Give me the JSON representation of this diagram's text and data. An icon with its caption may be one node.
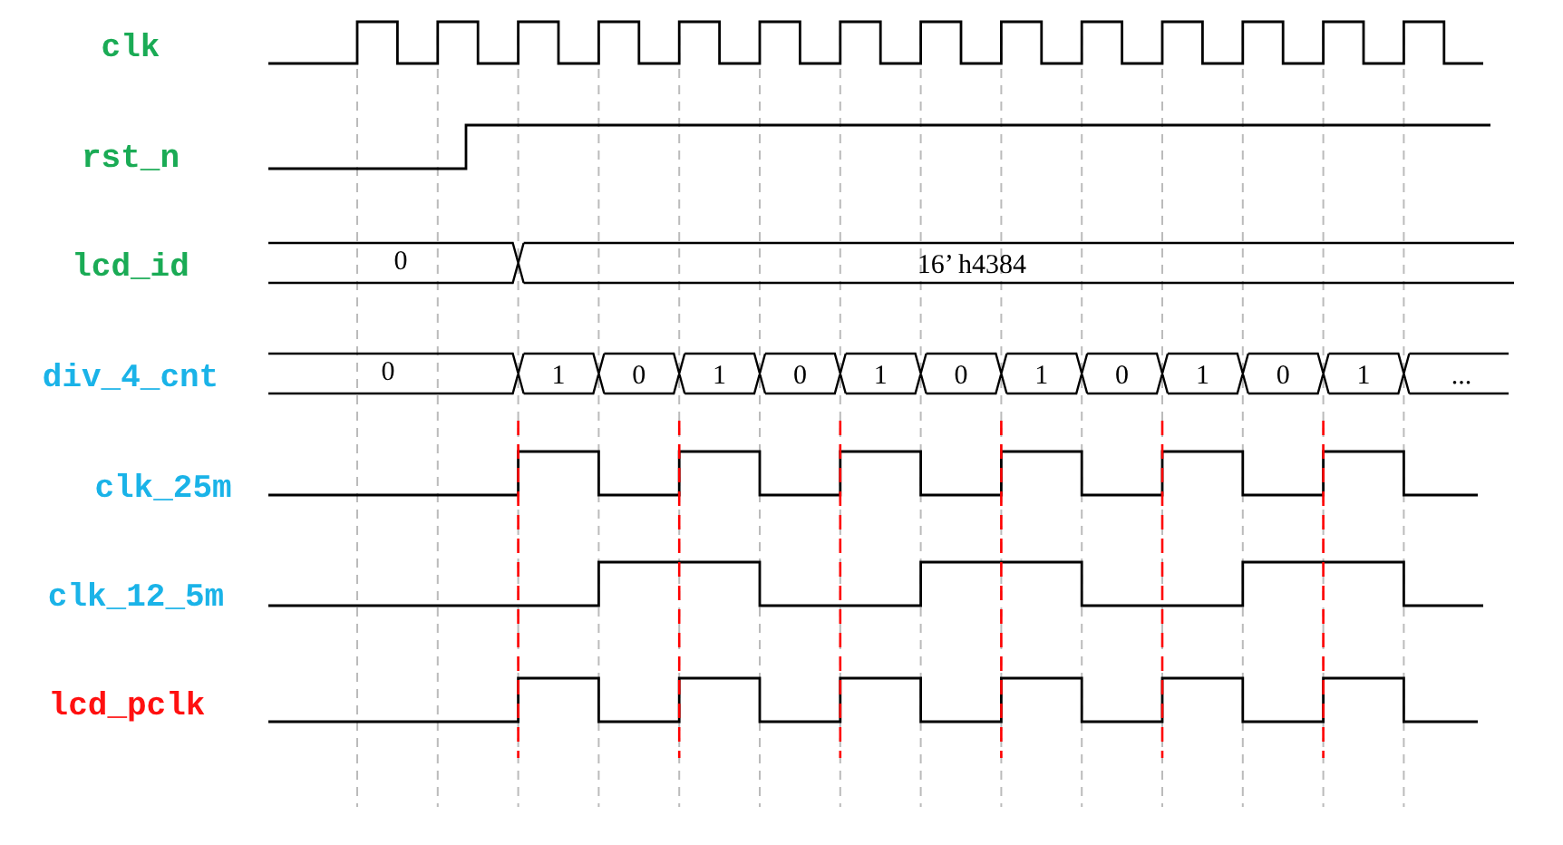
{
  "diagram": {
    "labels": [
      "clk",
      "rst_n",
      "lcd_id",
      "0",
      "16’ h4384",
      "div_4_cnt",
      "0",
      "1",
      "0",
      "1",
      "0",
      "1",
      "0",
      "1",
      "0",
      "1",
      "0",
      "1",
      "...",
      "clk_25m",
      "clk_12_5m",
      "lcd_pclk"
    ]
  }
}
